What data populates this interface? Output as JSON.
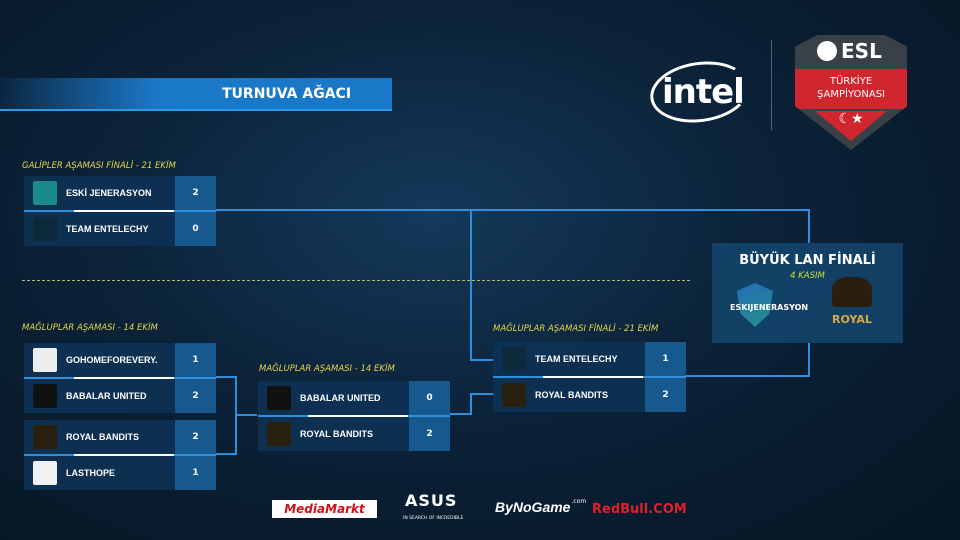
{
  "title": "TURNUVA AĞACI",
  "logos": {
    "intel": "intel",
    "esl": "ESL",
    "esl_sub1": "TÜRKİYE",
    "esl_sub2": "ŞAMPİYONASI"
  },
  "matches": [
    {
      "stage": "GALİPLER AŞAMASI FİNALİ - 21 EKİM",
      "teams": [
        {
          "name": "ESKİ JENERASYON",
          "score": "2",
          "logo": "#1a8a8a"
        },
        {
          "name": "TEAM ENTELECHY",
          "score": "0",
          "logo": "#0d2a3a"
        }
      ]
    },
    {
      "stage": "MAĞLUPLAR AŞAMASI - 14 EKİM",
      "teams": [
        {
          "name": "GOHOMEFOREVERY.",
          "score": "1",
          "logo": "#eeeeee"
        },
        {
          "name": "BABALAR UNITED",
          "score": "2",
          "logo": "#111111"
        }
      ]
    },
    {
      "stage": "",
      "teams": [
        {
          "name": "ROYAL BANDITS",
          "score": "2",
          "logo": "#2a2010"
        },
        {
          "name": "LASTHOPE",
          "score": "1",
          "logo": "#f2f2f2"
        }
      ]
    },
    {
      "stage": "MAĞLUPLAR AŞAMASI - 14 EKİM",
      "teams": [
        {
          "name": "BABALAR UNITED",
          "score": "0",
          "logo": "#111111"
        },
        {
          "name": "ROYAL BANDITS",
          "score": "2",
          "logo": "#2a2010"
        }
      ]
    },
    {
      "stage": "MAĞLUPLAR AŞAMASI FİNALİ - 21 EKİM",
      "teams": [
        {
          "name": "TEAM ENTELECHY",
          "score": "1",
          "logo": "#0d2a3a"
        },
        {
          "name": "ROYAL BANDITS",
          "score": "2",
          "logo": "#2a2010"
        }
      ]
    }
  ],
  "grand_final": {
    "title": "BÜYÜK LAN FİNALİ",
    "date": "4 KASIM",
    "team1": "ESKIJENERASYON",
    "team2": "ROYAL"
  },
  "sponsors": [
    "MediaMarkt",
    "ASUS",
    "IN SEARCH OF INCREDIBLE",
    "ByNoGame",
    ".com",
    "RedBull.COM"
  ]
}
